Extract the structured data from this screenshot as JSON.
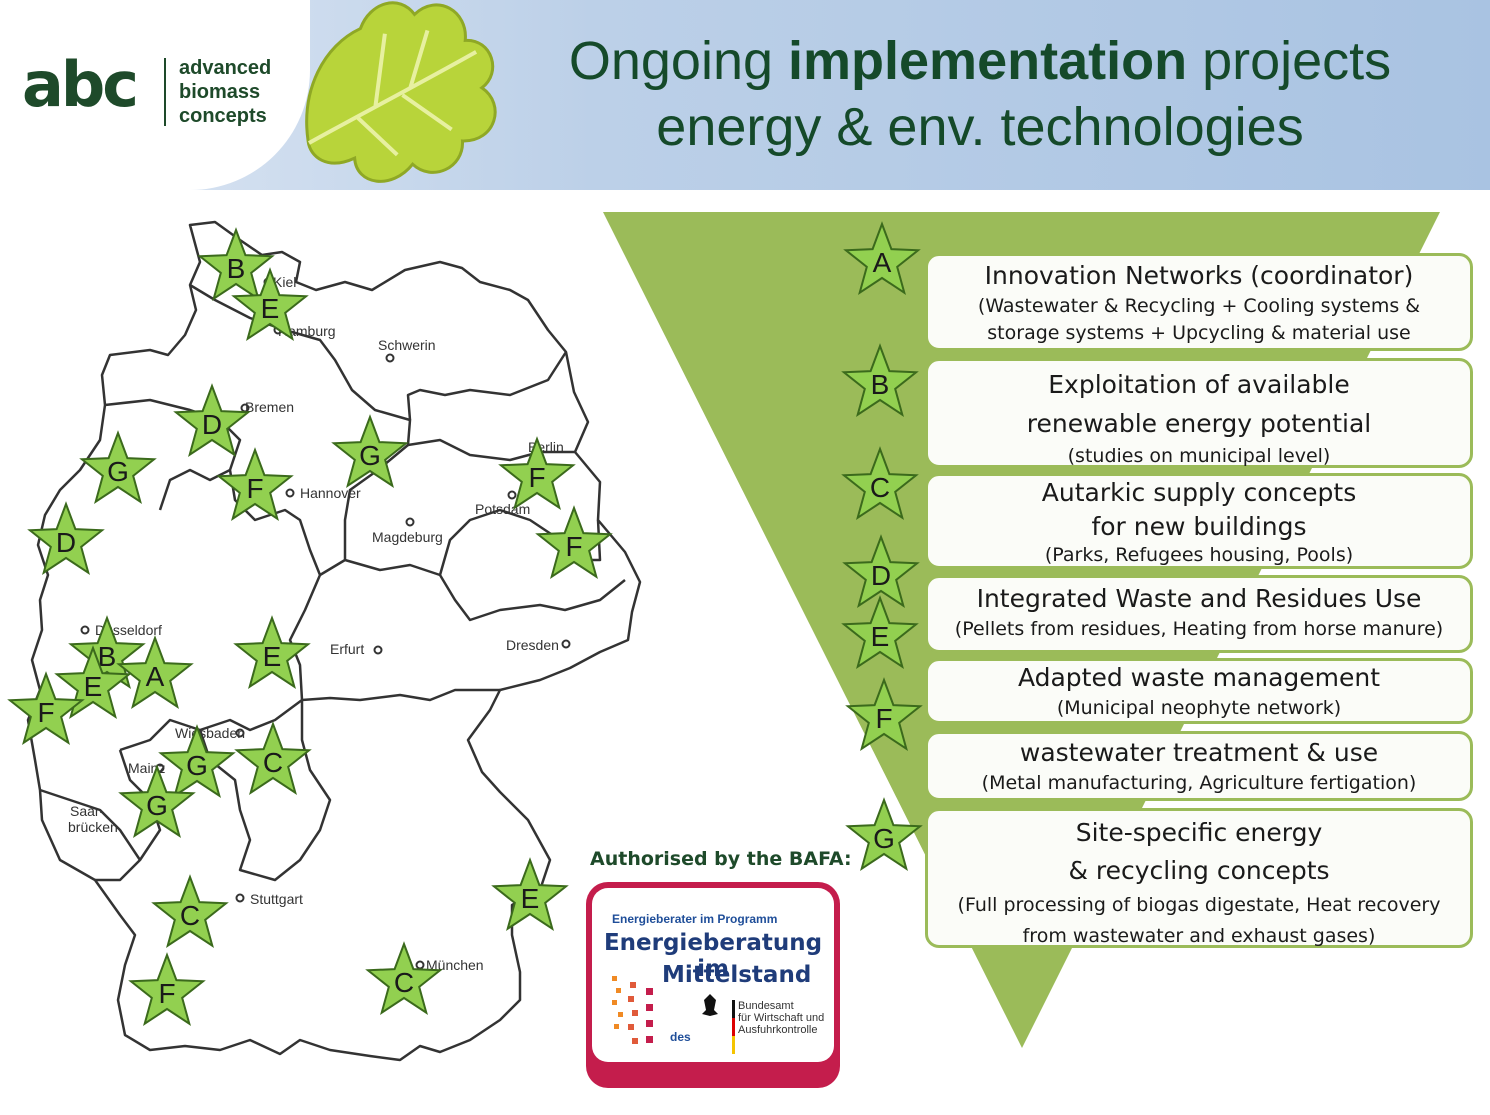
{
  "header": {
    "logo_mark": "abc",
    "logo_words": [
      "advanced",
      "biomass",
      "concepts"
    ],
    "title_prefix": "Ongoing ",
    "title_bold": "implementation",
    "title_suffix": " projects",
    "title_line2": "energy & env. technologies"
  },
  "map": {
    "cities": [
      "Kiel",
      "Hamburg",
      "Schwerin",
      "Bremen",
      "Berlin",
      "Hannover",
      "Potsdam",
      "Magdeburg",
      "Düsseldorf",
      "Erfurt",
      "Dresden",
      "Wiesbaden",
      "Mainz",
      "Saar-",
      "brücken",
      "Stuttgart",
      "München"
    ],
    "stars": [
      "B",
      "E",
      "D",
      "G",
      "G",
      "F",
      "F",
      "F",
      "D",
      "B",
      "A",
      "E",
      "E",
      "F",
      "G",
      "C",
      "G",
      "C",
      "E",
      "F",
      "C"
    ]
  },
  "legend": [
    {
      "letter": "A",
      "heading": "Innovation Networks (coordinator)",
      "lines": [
        "(Wastewater & Recycling + Cooling systems &",
        "storage systems + Upcycling & material use"
      ]
    },
    {
      "letter": "B",
      "heading": "Exploitation of available",
      "heading2": "renewable energy potential",
      "lines": [
        "(studies on municipal level)"
      ]
    },
    {
      "letter": "C",
      "heading": "Autarkic supply concepts",
      "heading2": "for new buildings",
      "lines": [
        "(Parks, Refugees housing, Pools)"
      ]
    },
    {
      "letter": "D",
      "heading": "Integrated Waste and Residues Use",
      "lines": [
        "(Pellets from residues, Heating from horse manure)"
      ]
    },
    {
      "letter": "E",
      "heading": "",
      "lines": []
    },
    {
      "letter": "F",
      "heading": "Adapted waste management",
      "lines": [
        "(Municipal neophyte network)"
      ]
    },
    {
      "letter": "",
      "heading": "wastewater treatment & use",
      "lines": [
        "(Metal manufacturing, Agriculture fertigation)"
      ]
    },
    {
      "letter": "G",
      "heading": "Site-specific energy",
      "heading2": "& recycling concepts",
      "lines": [
        "(Full processing of biogas digestate, Heat recovery",
        "from wastewater and exhaust gases)"
      ]
    }
  ],
  "bafa": {
    "label": "Authorised by the BAFA:",
    "small": "Energieberater im Programm",
    "title1": "Energieberatung im",
    "title2": "Mittelstand",
    "des": "des",
    "agency": [
      "Bundesamt",
      "für Wirtschaft und",
      "Ausfuhrkontrolle"
    ]
  },
  "colors": {
    "accent": "#9bbb59",
    "star": "#92d050",
    "title": "#154a2a",
    "bafa": "#c41d4c"
  }
}
